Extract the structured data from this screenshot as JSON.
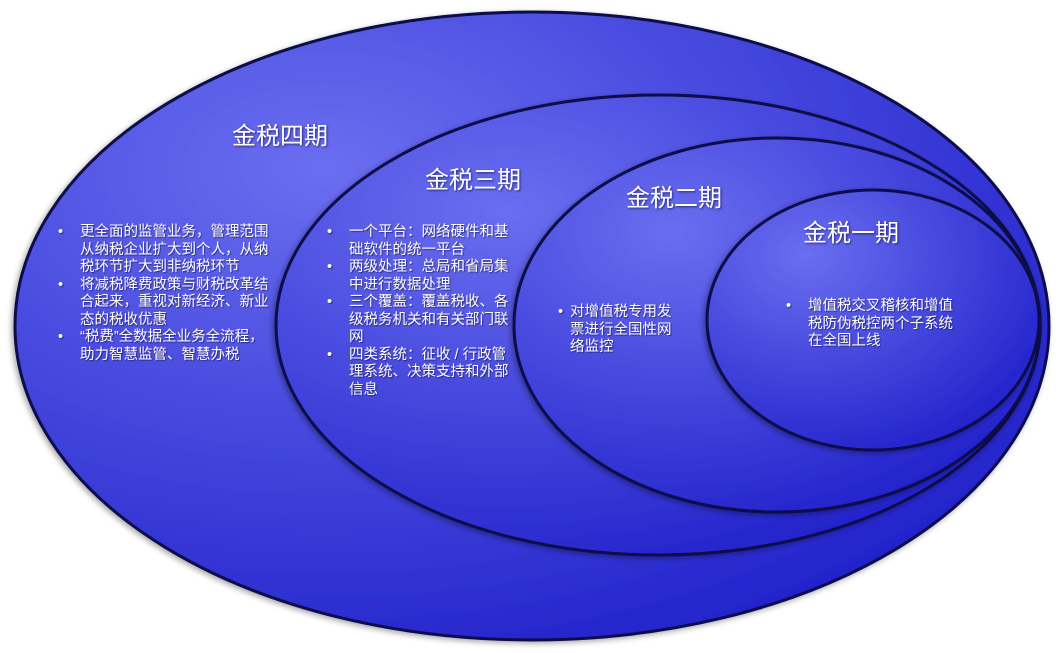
{
  "colors": {
    "fill_light": "#6a6ef0",
    "fill_dark": "#1c1cc8",
    "stroke": "#0a0a4a"
  },
  "phases": [
    {
      "title": "金税四期",
      "items": [
        "更全面的监管业务，管理范围从纳税企业扩大到个人，从纳税环节扩大到非纳税环节",
        "将减税降费政策与财税改革结合起来，重视对新经济、新业态的税收优惠",
        "“税费”全数据全业务全流程，助力智慧监管、智慧办税"
      ]
    },
    {
      "title": "金税三期",
      "items": [
        "一个平台：网络硬件和基础软件的统一平台",
        "两级处理：总局和省局集中进行数据处理",
        "三个覆盖：覆盖税收、各级税务机关和有关部门联网",
        "四类系统：征收 / 行政管理系统、决策支持和外部信息"
      ]
    },
    {
      "title": "金税二期",
      "items": [
        "对增值税专用发票进行全国性网络监控"
      ]
    },
    {
      "title": "金税一期",
      "items": [
        "增值税交叉稽核和增值税防伪税控两个子系统在全国上线"
      ]
    }
  ],
  "bullet": "•"
}
